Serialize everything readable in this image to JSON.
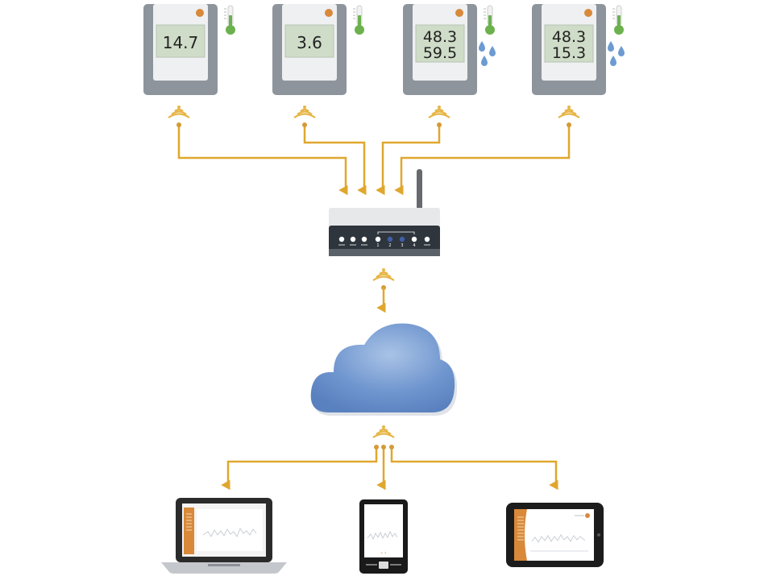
{
  "title": "Wireless data logger network diagram",
  "colors": {
    "connector": "#e0a72e",
    "logger_frame": "#8e949b",
    "logger_face": "#eef0f2",
    "lcd": "#cfdcc8",
    "cloud": "#6f96cf",
    "thermometer": "#6db14f",
    "droplet": "#6d9bd1",
    "app_accent": "#d8893a"
  },
  "loggers": [
    {
      "id": "logger-1",
      "lines": [
        "14.7"
      ],
      "sensors": [
        "thermometer"
      ]
    },
    {
      "id": "logger-2",
      "lines": [
        "3.6"
      ],
      "sensors": [
        "thermometer"
      ]
    },
    {
      "id": "logger-3",
      "lines": [
        "48.3",
        "59.5"
      ],
      "sensors": [
        "thermometer",
        "humidity"
      ]
    },
    {
      "id": "logger-4",
      "lines": [
        "48.3",
        "15.3"
      ],
      "sensors": [
        "thermometer",
        "humidity"
      ]
    }
  ],
  "router": {
    "port_labels": [
      "1",
      "2",
      "3",
      "4"
    ]
  },
  "cloud": {
    "label": ""
  },
  "clients": [
    {
      "id": "laptop",
      "type": "laptop"
    },
    {
      "id": "phone",
      "type": "smartphone"
    },
    {
      "id": "tablet",
      "type": "tablet"
    }
  ]
}
